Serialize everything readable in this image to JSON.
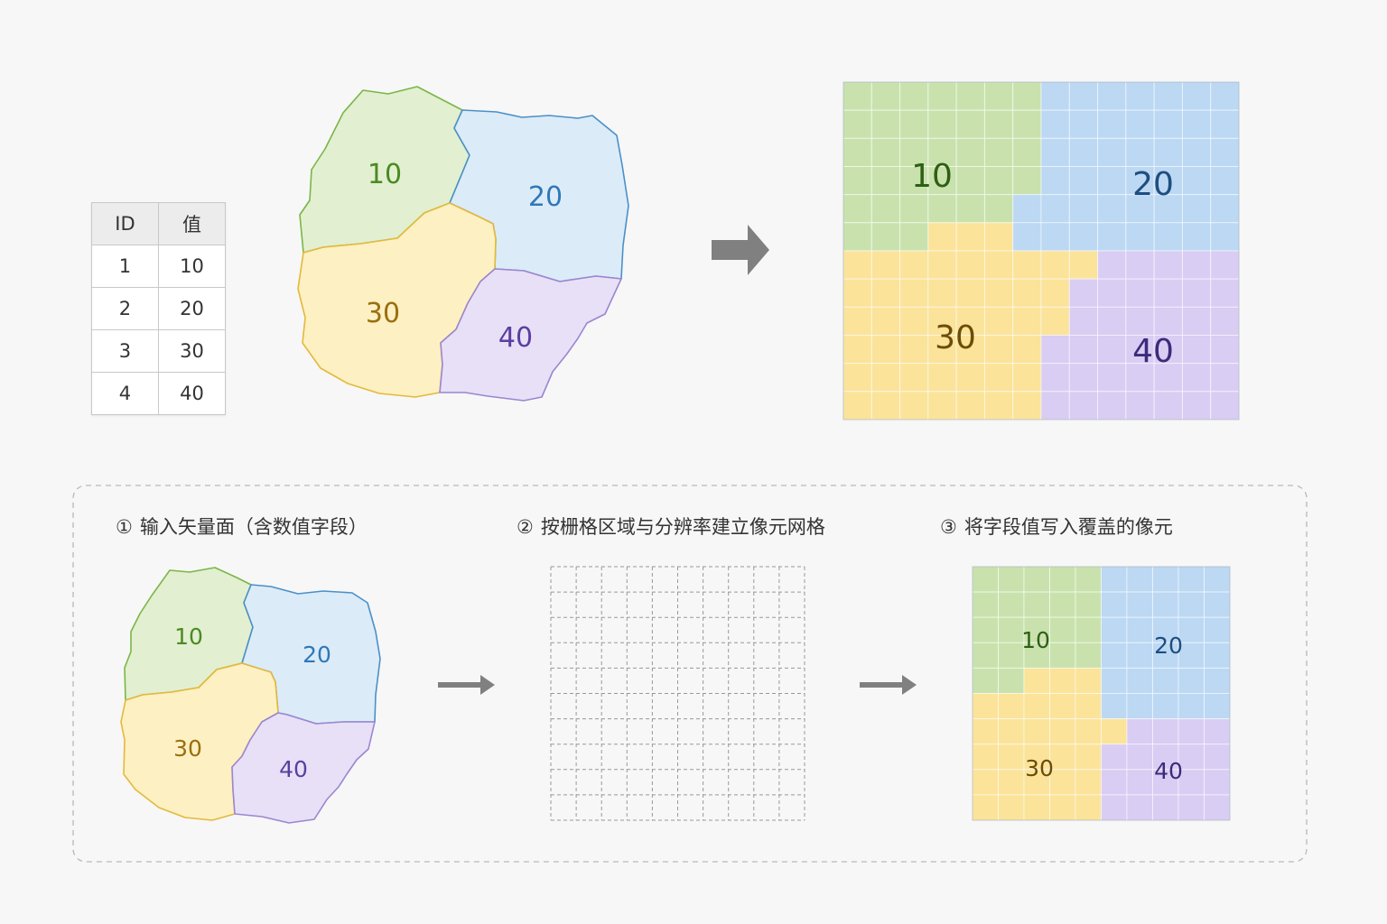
{
  "table": {
    "headers": [
      "ID",
      "值"
    ],
    "rows": [
      {
        "id": "1",
        "value": "10"
      },
      {
        "id": "2",
        "value": "20"
      },
      {
        "id": "3",
        "value": "30"
      },
      {
        "id": "4",
        "value": "40"
      }
    ]
  },
  "zones": [
    {
      "label": "10",
      "fill": "#e2efd0",
      "stroke": "#7ab648",
      "text": "#4a8a22"
    },
    {
      "label": "20",
      "fill": "#dcebf8",
      "stroke": "#4a90c8",
      "text": "#2f78b8"
    },
    {
      "label": "30",
      "fill": "#fdf0c2",
      "stroke": "#e3b93c",
      "text": "#9a6f10"
    },
    {
      "label": "40",
      "fill": "#e7e0f7",
      "stroke": "#9b86d0",
      "text": "#5b3f9f"
    }
  ],
  "raster": [
    {
      "label": "10",
      "fill": "#c9e2ad",
      "text": "#2e5f14"
    },
    {
      "label": "20",
      "fill": "#bcd8f3",
      "text": "#1d4e80"
    },
    {
      "label": "30",
      "fill": "#fbe39a",
      "text": "#6b4c08"
    },
    {
      "label": "40",
      "fill": "#d9cdf3",
      "text": "#3d2a7a"
    }
  ],
  "steps": [
    {
      "num": "①",
      "text": "输入矢量面（含数值字段）"
    },
    {
      "num": "②",
      "text": "按栅格区域与分辨率建立像元网格"
    },
    {
      "num": "③",
      "text": "将字段值写入覆盖的像元"
    }
  ],
  "colors": {
    "arrow": "#808080",
    "grid_line": "#999999",
    "dashed_frame": "#b8b8b8"
  }
}
